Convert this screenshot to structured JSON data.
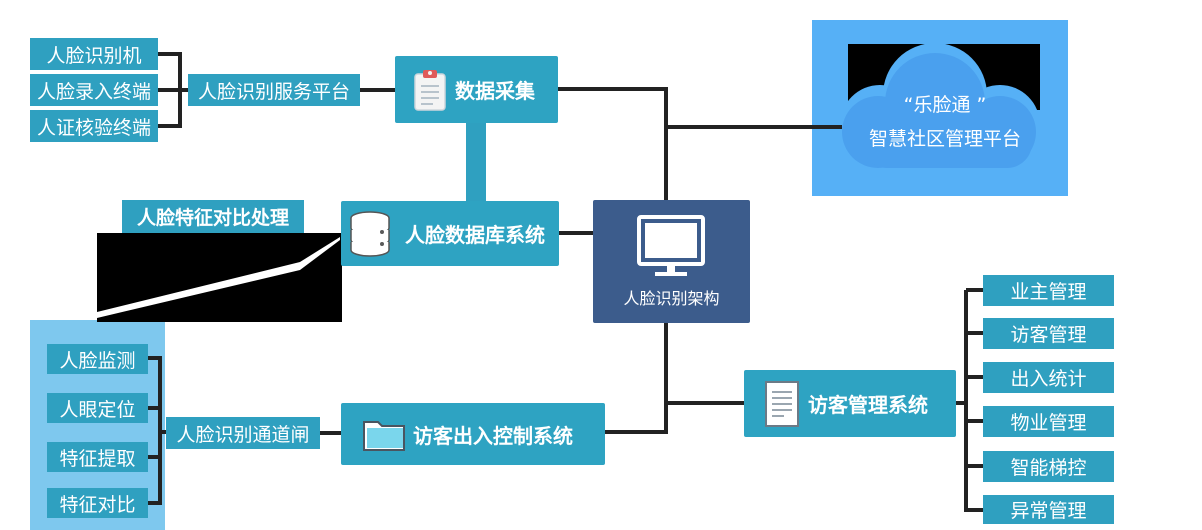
{
  "hub": {
    "label": "人脸识别架构",
    "icon": "monitor-icon"
  },
  "cloud": {
    "line1": "“乐脸通 ”",
    "line2": "智慧社区管理平台",
    "color": "#56b0f6"
  },
  "terminals": [
    "人脸识别机",
    "人脸录入终端",
    "人证核验终端"
  ],
  "service_platform": "人脸识别服务平台",
  "data_collection": {
    "label": "数据采集",
    "icon": "clipboard-icon"
  },
  "face_db": {
    "label": "人脸数据库系统",
    "icon": "database-icon"
  },
  "feature_compare": "人脸特征对比处理",
  "recognition_funcs": [
    "人脸监测",
    "人眼定位",
    "特征提取",
    "特征对比"
  ],
  "gate": "人脸识别通道闸",
  "access_control": {
    "label": "访客出入控制系统",
    "icon": "folder-icon"
  },
  "visitor_mgmt": {
    "label": "访客管理系统",
    "icon": "document-icon"
  },
  "visitor_modules": [
    "业主管理",
    "访客管理",
    "出入统计",
    "物业管理",
    "智能梯控",
    "异常管理"
  ],
  "colors": {
    "box": "#2fa0c0",
    "hub": "#3c5c8c",
    "panel": "#7ec8ee",
    "line": "#222222"
  }
}
